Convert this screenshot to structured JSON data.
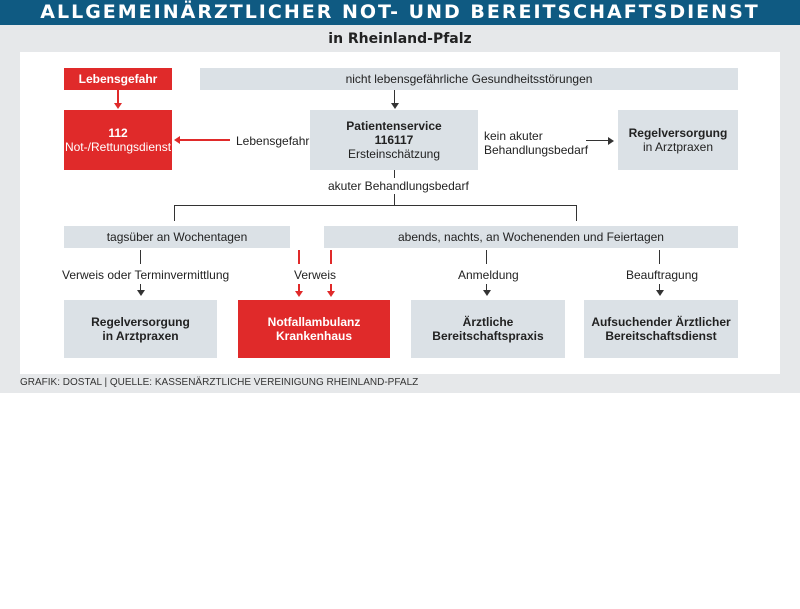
{
  "header": {
    "title": "ALLGEMEINÄRZTLICHER NOT- UND BEREITSCHAFTSDIENST",
    "subtitle": "in Rheinland-Pfalz"
  },
  "colors": {
    "header_bg": "#0f5a82",
    "red": "#e02a2a",
    "box_gray": "#dbe1e6"
  },
  "nodes": {
    "lebensgefahr": "Lebensgefahr",
    "nicht_lebensgefaehrlich": "nicht lebensgefährliche Gesundheitsstörungen",
    "notruf": {
      "line1": "112",
      "line2": "Not-/Rettungsdienst"
    },
    "patientenservice": {
      "line1": "Patientenservice",
      "line2": "116117",
      "line3": "Ersteinschätzung"
    },
    "regelversorgung_top": {
      "line1": "Regelversorgung",
      "line2": "in Arztpraxen"
    },
    "tagsueber": "tagsüber an Wochentagen",
    "abends": "abends, nachts, an Wochenenden und Feiertagen",
    "regelversorgung_bottom": {
      "line1": "Regelversorgung",
      "line2": "in Arztpraxen"
    },
    "notfallambulanz": {
      "line1": "Notfallambulanz",
      "line2": "Krankenhaus"
    },
    "bereitschaftspraxis": {
      "line1": "Ärztliche",
      "line2": "Bereitschaftspraxis"
    },
    "aufsuchender": {
      "line1": "Aufsuchender Ärztlicher",
      "line2": "Bereitschaftsdienst"
    }
  },
  "edge_labels": {
    "lebensgefahr": "Lebensgefahr",
    "kein_akuter": {
      "line1": "kein akuter",
      "line2": "Behandlungsbedarf"
    },
    "akuter": "akuter Behandlungsbedarf",
    "verweis_termin": "Verweis oder Terminvermittlung",
    "verweis": "Verweis",
    "anmeldung": "Anmeldung",
    "beauftragung": "Beauftragung"
  },
  "credit": "GRAFIK: DOSTAL | QUELLE: KASSENÄRZTLICHE VEREINIGUNG RHEINLAND-PFALZ"
}
